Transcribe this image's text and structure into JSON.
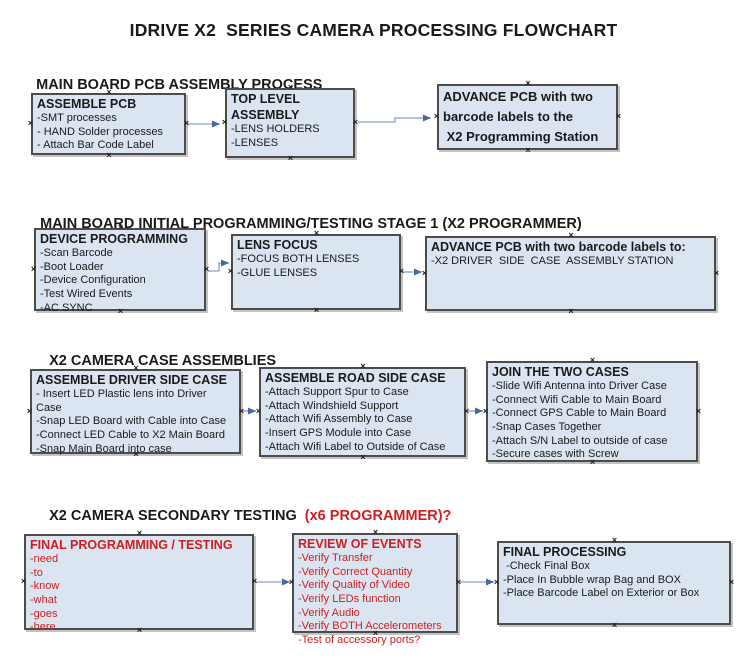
{
  "title": "IDRIVE X2  SERIES CAMERA PROCESSING FLOWCHART",
  "colors": {
    "box_fill": "#dbe5f1",
    "box_border": "#4c4c4c",
    "red_text": "#cc2020",
    "arrow_line": "#9db1ca",
    "arrow_head": "#44699c"
  },
  "sections": [
    {
      "header": "MAIN BOARD PCB ASSEMBLY PROCESS",
      "boxes": [
        {
          "title": "ASSEMBLE PCB",
          "items": [
            "-SMT processes",
            "- HAND Solder processes",
            "- Attach Bar Code Label"
          ]
        },
        {
          "title": "TOP LEVEL ASSEMBLY",
          "items": [
            "-LENS HOLDERS",
            "-LENSES"
          ]
        },
        {
          "title": "ADVANCE PCB with two barcode labels to the\n X2 Programming Station",
          "items": []
        }
      ]
    },
    {
      "header": "MAIN BOARD INITIAL PROGRAMMING/TESTING STAGE 1 (X2 PROGRAMMER)",
      "boxes": [
        {
          "title": "DEVICE PROGRAMMING",
          "items": [
            "-Scan Barcode",
            "-Boot Loader",
            "-Device Configuration",
            "-Test Wired Events",
            "-AC SYNC"
          ]
        },
        {
          "title": "LENS FOCUS",
          "items": [
            "-FOCUS BOTH LENSES",
            "-GLUE LENSES"
          ]
        },
        {
          "title": "ADVANCE PCB with two barcode labels to:",
          "items": [
            "-X2 DRIVER  SIDE  CASE  ASSEMBLY STATION"
          ]
        }
      ]
    },
    {
      "header": "X2 CAMERA CASE ASSEMBLIES",
      "boxes": [
        {
          "title": "ASSEMBLE DRIVER SIDE CASE",
          "items": [
            "- Insert LED Plastic lens into Driver Case",
            "-Snap LED Board with Cable into Case",
            "-Connect LED Cable to X2 Main Board",
            "-Snap Main Board into case"
          ]
        },
        {
          "title": "ASSEMBLE ROAD SIDE CASE",
          "items": [
            "-Attach Support Spur to Case",
            "-Attach Windshield Support",
            "-Attach Wifi Assembly to Case",
            "-Insert GPS Module into Case",
            "-Attach Wifi Label to Outside of Case"
          ]
        },
        {
          "title": "JOIN THE TWO CASES",
          "items": [
            "-Slide Wifi Antenna into Driver Case",
            "-Connect Wifi Cable to Main Board",
            "-Connect GPS Cable to Main Board",
            "-Snap Cases Together",
            "-Attach S/N Label to outside of case",
            "-Secure cases with Screw"
          ]
        }
      ]
    },
    {
      "header": "X2 CAMERA SECONDARY TESTING ",
      "header_suffix": " (x6 PROGRAMMER)?",
      "boxes": [
        {
          "title": "FINAL PROGRAMMING / TESTING",
          "items": [
            "-need",
            "-to",
            "-know",
            "-what",
            "-goes",
            "-here"
          ]
        },
        {
          "title": "REVIEW OF EVENTS",
          "items": [
            "-Verify Transfer",
            "-Verify Correct Quantity",
            "-Verify Quality of Video",
            "-Verify LEDs function",
            "-Verify Audio",
            "-Verify BOTH Accelerometers",
            "-Test of accessory ports?"
          ]
        },
        {
          "title": "FINAL PROCESSING",
          "items": [
            " -Check Final Box",
            "-Place In Bubble wrap Bag and BOX",
            "-Place Barcode Label on Exterior or Box"
          ]
        }
      ]
    }
  ]
}
